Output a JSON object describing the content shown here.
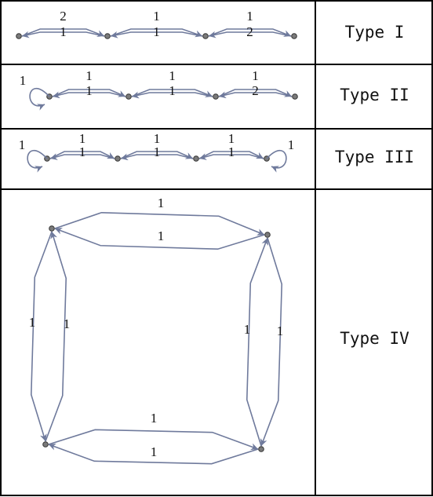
{
  "rows": [
    {
      "label": "Type I",
      "edges": [
        {
          "weight": "2"
        },
        {
          "weight": "1"
        },
        {
          "weight": "1"
        },
        {
          "weight": "1"
        },
        {
          "weight": "1"
        },
        {
          "weight": "2"
        }
      ],
      "loops": []
    },
    {
      "label": "Type II",
      "edges": [
        {
          "weight": "1"
        },
        {
          "weight": "1"
        },
        {
          "weight": "1"
        },
        {
          "weight": "1"
        },
        {
          "weight": "1"
        },
        {
          "weight": "2"
        }
      ],
      "loops": [
        {
          "weight": "1"
        }
      ]
    },
    {
      "label": "Type III",
      "edges": [
        {
          "weight": "1"
        },
        {
          "weight": "1"
        },
        {
          "weight": "1"
        },
        {
          "weight": "1"
        },
        {
          "weight": "1"
        },
        {
          "weight": "1"
        }
      ],
      "loops": [
        {
          "weight": "1"
        },
        {
          "weight": "1"
        }
      ]
    },
    {
      "label": "Type IV",
      "edges": [
        {
          "weight": "1"
        },
        {
          "weight": "1"
        },
        {
          "weight": "1"
        },
        {
          "weight": "1"
        },
        {
          "weight": "1"
        },
        {
          "weight": "1"
        },
        {
          "weight": "1"
        },
        {
          "weight": "1"
        }
      ],
      "loops": []
    }
  ],
  "colors": {
    "edge": "#6f7a9c",
    "node": "#7a7a7a",
    "grid": "#000000"
  }
}
